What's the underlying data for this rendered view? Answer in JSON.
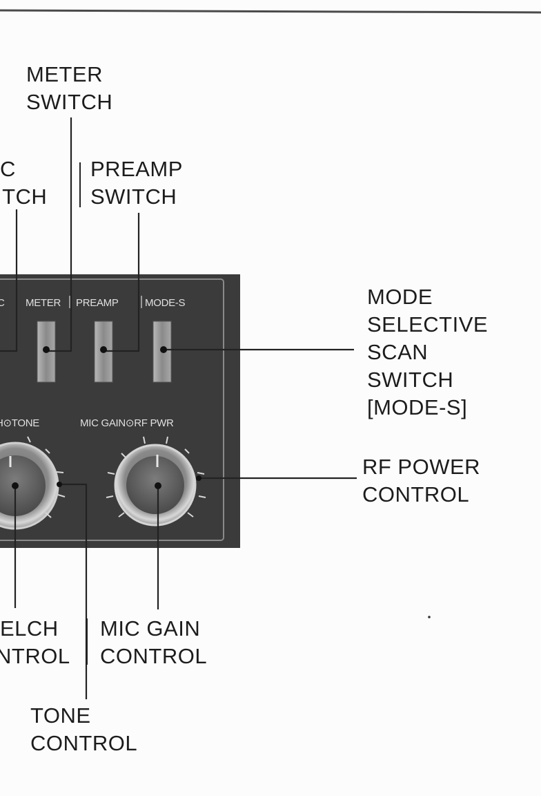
{
  "callouts": {
    "meter_switch": [
      "METER",
      "SWITCH"
    ],
    "agc_switch": [
      "C",
      "ITCH"
    ],
    "preamp_switch": [
      "PREAMP",
      "SWITCH"
    ],
    "mode_s_switch": [
      "MODE",
      "SELECTIVE",
      "SCAN",
      "SWITCH",
      "[MODE-S]"
    ],
    "rf_power_control": [
      "RF POWER",
      "CONTROL"
    ],
    "squelch_control": [
      "ELCH",
      "NTROL"
    ],
    "mic_gain_control": [
      "MIC GAIN",
      "CONTROL"
    ],
    "tone_control": [
      "TONE",
      "CONTROL"
    ]
  },
  "panel": {
    "switch_labels": {
      "left_partial": "C",
      "meter": "METER",
      "preamp": "PREAMP",
      "mode_s": "MODE-S"
    },
    "knob_labels": {
      "left": "H⊙TONE",
      "right": "MIC GAIN⊙RF PWR"
    }
  },
  "colors": {
    "panel": "#3a3a3a",
    "panel_border": "#7a7a7a",
    "switch": "#9c9c9c",
    "line": "#2a2a2a",
    "text": "#1c1c1c"
  }
}
